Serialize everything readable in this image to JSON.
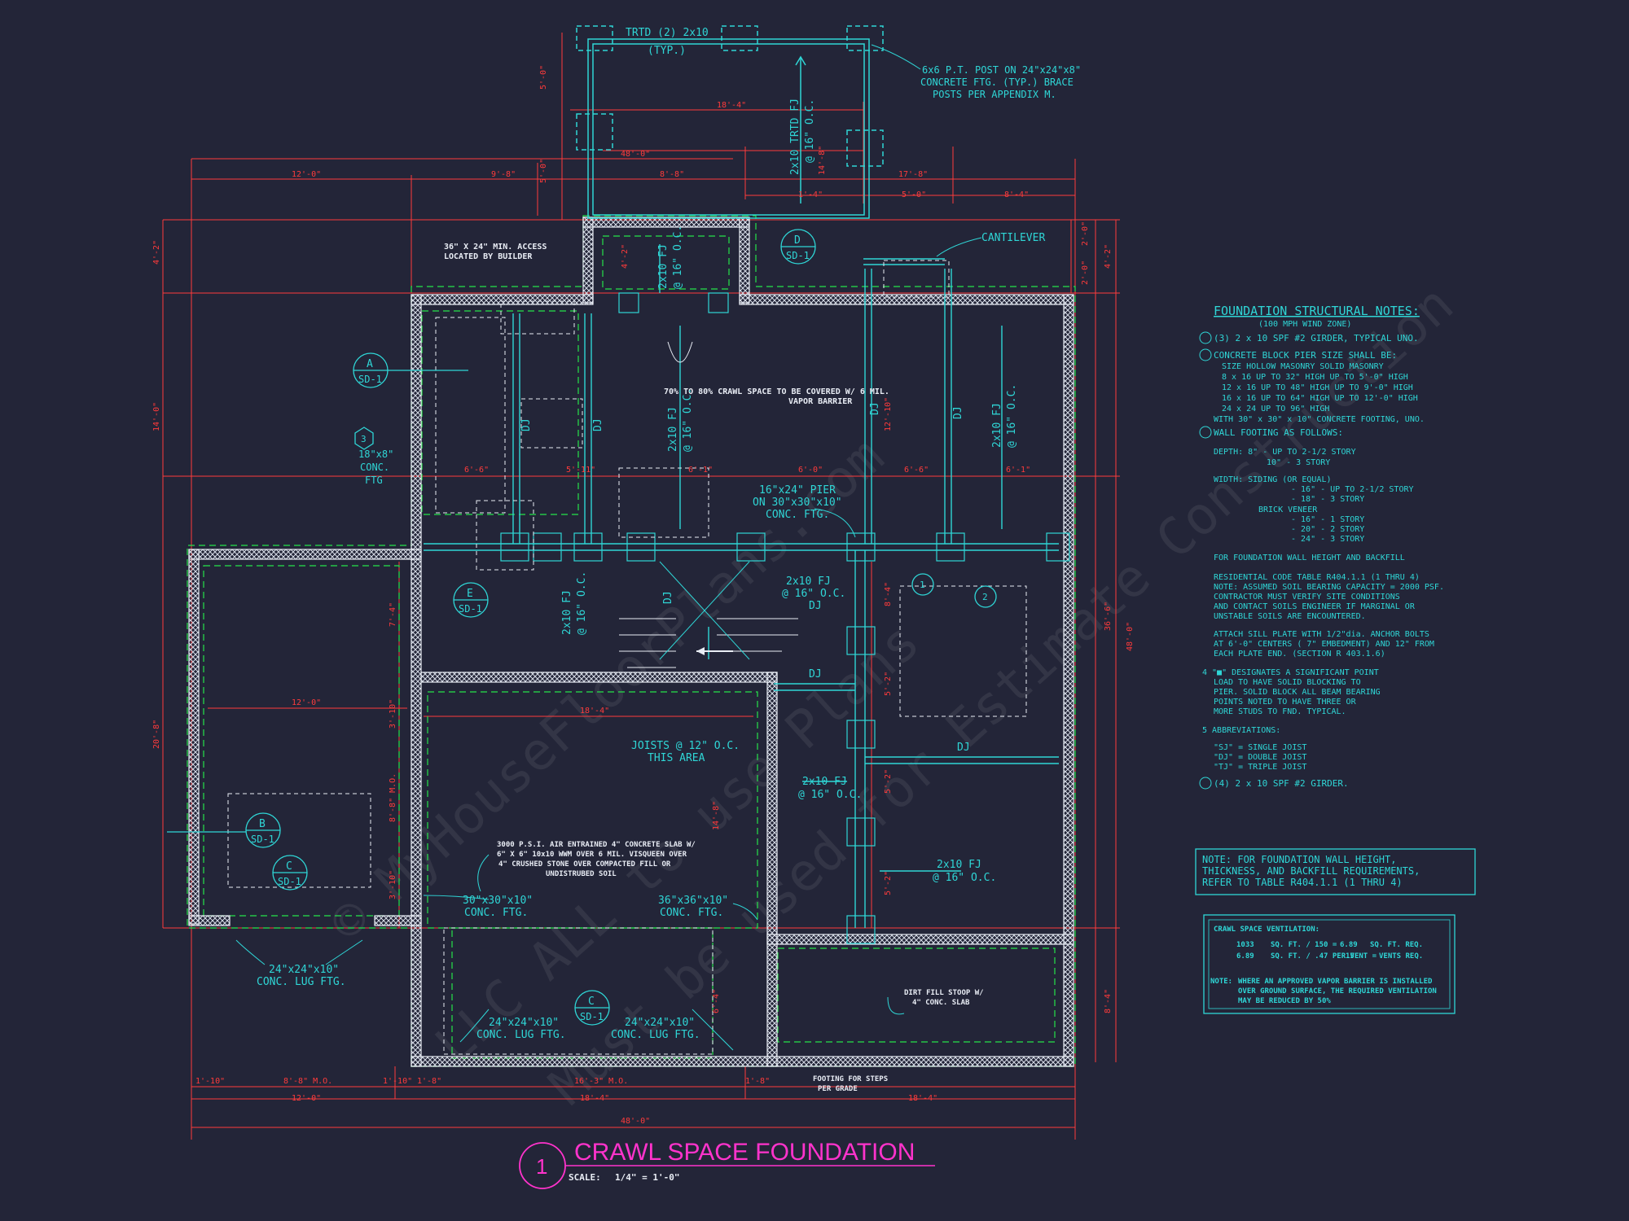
{
  "title_block": {
    "number": "1",
    "title": "CRAWL SPACE FOUNDATION",
    "scale_label": "SCALE:",
    "scale_value": "1/4\" = 1'-0\""
  },
  "watermark": [
    "© MyHouseFloorPlans.com",
    "LLC ALL to use Plans",
    "Must be used for Estimate Construction"
  ],
  "colors": {
    "background": "#232538",
    "dim": "#ff3b3b",
    "annotation": "#2fd6d6",
    "wall": "#e9edf5",
    "title": "#ff33cc",
    "dashed": "#26e34a"
  },
  "notes": {
    "heading": "FOUNDATION STRUCTURAL NOTES:",
    "subheading": "(100 MPH WIND ZONE)",
    "lines": [
      "(3) 2 x 10 SPF #2 GIRDER, TYPICAL UNO.",
      "CONCRETE BLOCK PIER SIZE SHALL BE:",
      "SIZE      HOLLOW MASONRY    SOLID MASONRY",
      "8 x 16      UP TO 32\" HIGH      UP TO 5'-0\" HIGH",
      "12 x 16     UP TO 48\" HIGH      UP TO 9'-0\" HIGH",
      "16 x 16     UP TO 64\" HIGH      UP TO 12'-0\" HIGH",
      "24 x 24     UP TO 96\" HIGH",
      "WITH 30\" x 30\" x 10\" CONCRETE FOOTING, UNO.",
      "WALL FOOTING AS FOLLOWS:",
      "DEPTH:  8\" - UP TO 2-1/2 STORY",
      "10\" - 3 STORY",
      "WIDTH:  SIDING (OR EQUAL)",
      "- 16\" - UP TO 2-1/2 STORY",
      "- 18\" - 3 STORY",
      "BRICK VENEER",
      "- 16\" - 1 STORY",
      "- 20\" - 2 STORY",
      "- 24\" - 3 STORY",
      "FOR FOUNDATION WALL HEIGHT AND BACKFILL",
      "RESIDENTIAL CODE TABLE R404.1.1 (1 THRU 4)",
      "NOTE: ASSUMED SOIL BEARING CAPACITY = 2000 PSF.",
      "CONTRACTOR MUST VERIFY SITE CONDITIONS",
      "AND CONTACT SOILS ENGINEER IF MARGINAL OR",
      "UNSTABLE SOILS ARE ENCOUNTERED.",
      "ATTACH SILL PLATE WITH 1/2\"dia. ANCHOR BOLTS",
      "AT 6'-0\" CENTERS ( 7\" EMBEDMENT) AND 12\" FROM",
      "EACH PLATE END. (SECTION R 403.1.6)",
      "4  \"■\" DESIGNATES A SIGNIFICANT POINT",
      "LOAD TO HAVE SOLID BLOCKING TO",
      "PIER. SOLID BLOCK ALL BEAM BEARING",
      "POINTS NOTED TO HAVE THREE OR",
      "MORE STUDS TO FND. TYPICAL.",
      "5  ABBREVIATIONS:",
      "\"SJ\" = SINGLE JOIST",
      "\"DJ\" = DOUBLE JOIST",
      "\"TJ\" = TRIPLE JOIST",
      "(4) 2 x 10 SPF #2 GIRDER."
    ]
  },
  "note_box": [
    "NOTE: FOR FOUNDATION WALL HEIGHT,",
    "THICKNESS, AND BACKFILL REQUIREMENTS,",
    "REFER TO TABLE R404.1.1 (1 THRU 4)"
  ],
  "ventilation": {
    "title": "CRAWL SPACE VENTILATION:",
    "row1": [
      "1033",
      "SQ. FT. / 150 =",
      "6.89",
      "SQ. FT. REQ."
    ],
    "row2": [
      "6.89",
      "SQ. FT. / .47 PER VENT =",
      "15",
      "VENTS REQ."
    ],
    "note_label": "NOTE:",
    "note_lines": [
      "WHERE AN APPROVED VAPOR BARRIER IS INSTALLED",
      "OVER GROUND SURFACE, THE REQUIRED VENTILATION",
      "MAY BE REDUCED BY 50%"
    ]
  },
  "callouts": {
    "a": "A",
    "b": "B",
    "c": "C",
    "c2": "C",
    "d": "D",
    "e": "E",
    "sd": "SD-1",
    "tag3": "3",
    "tag1": "1",
    "tag2": "2"
  },
  "annotations": {
    "trtd": "TRTD (2) 2x10",
    "typ": "(TYP.)",
    "post1": "6x6 P.T. POST ON 24\"x24\"x8\"",
    "post2": "CONCRETE FTG. (TYP.) BRACE",
    "post3": "POSTS PER APPENDIX M.",
    "cantilever": "CANTILEVER",
    "access1": "36\" X 24\" MIN. ACCESS",
    "access2": "LOCATED BY BUILDER",
    "vapor1": "70% TO 80% CRAWL SPACE TO BE COVERED W/ 6 MIL.",
    "vapor2": "VAPOR BARRIER",
    "conc_ftg1": "18\"x8\"",
    "conc_ftg2": "CONC.",
    "conc_ftg3": "FTG",
    "pier1": "16\"x24\" PIER",
    "pier2": "ON 30\"x30\"x10\"",
    "pier3": "CONC. FTG.",
    "fj_trtd": "2x10 TRTD FJ",
    "fj_trtd_oc": "@ 16\" O.C.",
    "fj": "2x10 FJ",
    "fj_oc": "@ 16\" O.C.",
    "dj": "DJ",
    "joists1": "JOISTS @ 12\" O.C.",
    "joists2": "THIS AREA",
    "slab1": "3000 P.S.I. AIR ENTRAINED 4\" CONCRETE SLAB W/",
    "slab2": "6\" X 6\" 10x10 WWM OVER 6 MIL. VISQUEEN OVER",
    "slab3": "4\" CRUSHED STONE OVER COMPACTED FILL OR",
    "slab4": "UNDISTRUBED SOIL",
    "ftg30a": "30\"x30\"x10\"",
    "ftg30b": "CONC. FTG.",
    "ftg36a": "36\"x36\"x10\"",
    "ftg36b": "CONC. FTG.",
    "lug1": "24\"x24\"x10\"",
    "lug2": "CONC. LUG FTG.",
    "stoop1": "DIRT FILL STOOP W/",
    "stoop2": "4\" CONC. SLAB",
    "steps1": "FOOTING FOR STEPS",
    "steps2": "PER GRADE"
  },
  "dimensions": {
    "d_12_0": "12'-0\"",
    "d_9_8": "9'-8\"",
    "d_8_8": "8'-8\"",
    "d_17_8": "17'-8\"",
    "d_18_4": "18'-4\"",
    "d_48_0": "48'-0\"",
    "d_5_0": "5'-0\"",
    "d_1_4": "1'-4\"",
    "d_8_4": "8'-4\"",
    "d_4_2": "4'-2\"",
    "d_14_0": "14'-0\"",
    "d_20_8": "20'-8\"",
    "d_2_0": "2'-0\"",
    "d_36_6": "36'-6\"",
    "d_6_6": "6'-6\"",
    "d_6_8": "6'-8\"",
    "d_5_11": "5'-11\"",
    "d_6_1": "6'-1\"",
    "d_6_0": "6'-0\"",
    "d_7_4": "7'-4\"",
    "d_3_10": "3'-10\"",
    "d_14_8": "14'-8\"",
    "d_6_4": "6'-4\"",
    "d_8_8mo": "8'-8\" M.O.",
    "d_1_10": "1'-10\"",
    "d_16_3mo": "16'-3\" M.O.",
    "d_1_8": "1'-8\"",
    "d_5_2": "5'-2\"",
    "d_12_10": "12'-10\""
  }
}
